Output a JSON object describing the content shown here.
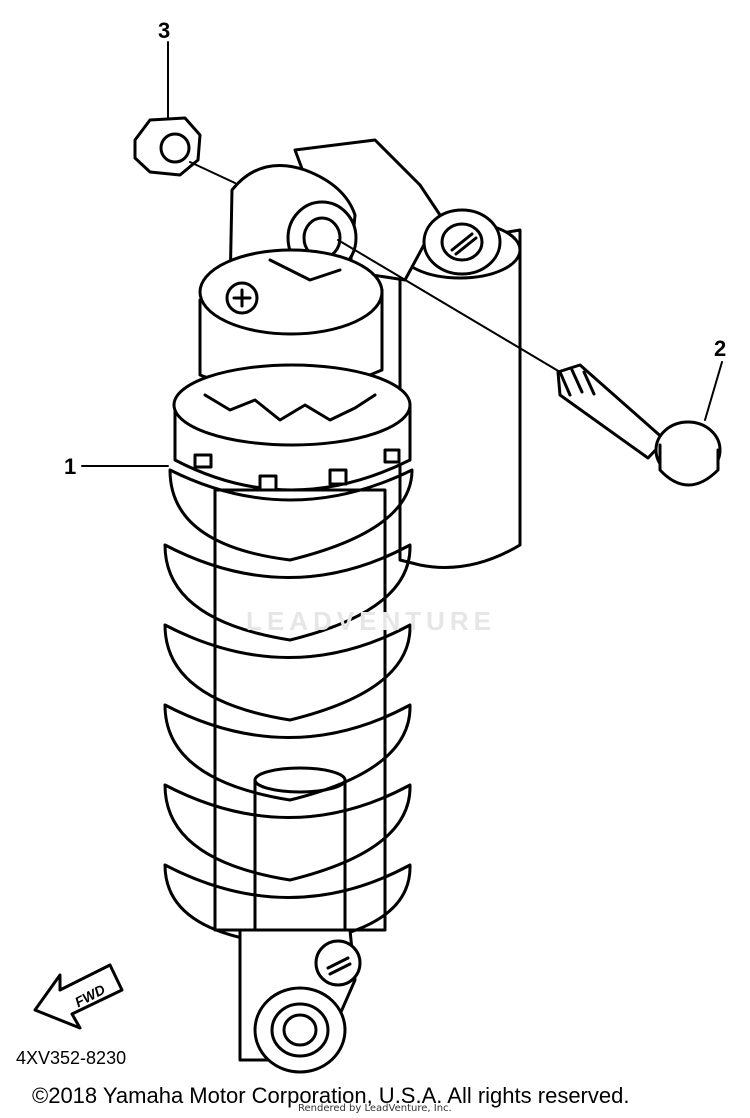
{
  "callouts": {
    "part1": "1",
    "part2": "2",
    "part3": "3"
  },
  "watermark": "LEADVENTURE",
  "direction_arrow": {
    "label": "FWD",
    "icon": "fwd-arrow-icon"
  },
  "part_code": "4XV352-8230",
  "copyright": "©2018 Yamaha Motor Corporation, U.S.A. All rights reserved.",
  "rendered_by": "Rendered by LeadVenture, Inc.",
  "colors": {
    "line": "#000000",
    "background": "#ffffff",
    "watermark": "#e6e6e6"
  }
}
